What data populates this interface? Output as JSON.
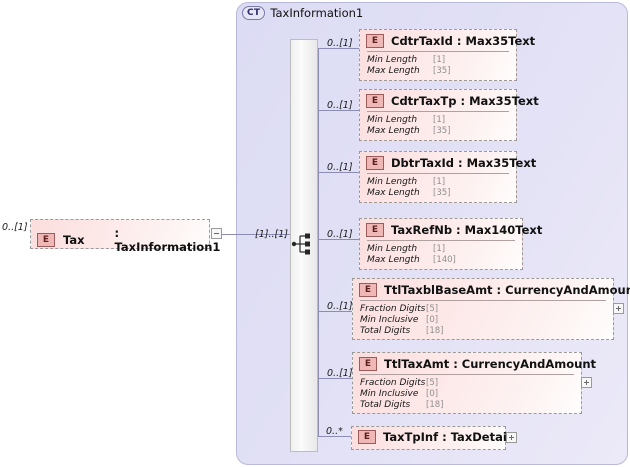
{
  "diagram": {
    "type": "xsd-schema-diagram",
    "complex_type": {
      "badge": "CT",
      "name": "TaxInformation1",
      "compositor": "sequence",
      "compositor_icon": "sequence-icon"
    },
    "root_element": {
      "badge": "E",
      "name": "Tax",
      "type_separator": ": TaxInformation1",
      "occurrence": "0..[1]",
      "toggle": "collapse-icon"
    },
    "connector_occurrence": "[1]..[1]",
    "elements": [
      {
        "badge": "E",
        "title": "CdtrTaxId : Max35Text",
        "name": "CdtrTaxId",
        "type": "Max35Text",
        "occurrence": "0..[1]",
        "has_facets": true,
        "has_expander": false,
        "facets": [
          {
            "label": "Min Length",
            "value": "[1]"
          },
          {
            "label": "Max Length",
            "value": "[35]"
          }
        ]
      },
      {
        "badge": "E",
        "title": "CdtrTaxTp : Max35Text",
        "name": "CdtrTaxTp",
        "type": "Max35Text",
        "occurrence": "0..[1]",
        "has_facets": true,
        "has_expander": false,
        "facets": [
          {
            "label": "Min Length",
            "value": "[1]"
          },
          {
            "label": "Max Length",
            "value": "[35]"
          }
        ]
      },
      {
        "badge": "E",
        "title": "DbtrTaxId : Max35Text",
        "name": "DbtrTaxId",
        "type": "Max35Text",
        "occurrence": "0..[1]",
        "has_facets": true,
        "has_expander": false,
        "facets": [
          {
            "label": "Min Length",
            "value": "[1]"
          },
          {
            "label": "Max Length",
            "value": "[35]"
          }
        ]
      },
      {
        "badge": "E",
        "title": "TaxRefNb : Max140Text",
        "name": "TaxRefNb",
        "type": "Max140Text",
        "occurrence": "0..[1]",
        "has_facets": true,
        "has_expander": false,
        "facets": [
          {
            "label": "Min Length",
            "value": "[1]"
          },
          {
            "label": "Max Length",
            "value": "[140]"
          }
        ]
      },
      {
        "badge": "E",
        "title": "TtlTaxblBaseAmt : CurrencyAndAmount",
        "name": "TtlTaxblBaseAmt",
        "type": "CurrencyAndAmount",
        "occurrence": "0..[1]",
        "has_facets": true,
        "has_expander": true,
        "facets": [
          {
            "label": "Fraction Digits",
            "value": "[5]"
          },
          {
            "label": "Min Inclusive",
            "value": "[0]"
          },
          {
            "label": "Total Digits",
            "value": "[18]"
          }
        ]
      },
      {
        "badge": "E",
        "title": "TtlTaxAmt : CurrencyAndAmount",
        "name": "TtlTaxAmt",
        "type": "CurrencyAndAmount",
        "occurrence": "0..[1]",
        "has_facets": true,
        "has_expander": true,
        "facets": [
          {
            "label": "Fraction Digits",
            "value": "[5]"
          },
          {
            "label": "Min Inclusive",
            "value": "[0]"
          },
          {
            "label": "Total Digits",
            "value": "[18]"
          }
        ]
      },
      {
        "badge": "E",
        "title": "TaxTpInf : TaxDetails",
        "name": "TaxTpInf",
        "type": "TaxDetails",
        "occurrence": "0..*",
        "has_facets": false,
        "has_expander": true,
        "facets": []
      }
    ]
  },
  "colors": {
    "container_bg": "#dcdcf4",
    "container_border": "#b9b9d8",
    "element_bg": "#fbdede",
    "element_border": "#9a9a9a",
    "badge_bg": "#f0b7b7",
    "badge_border": "#9b5b5b",
    "line": "#8d8db3",
    "facet_value": "#8f8f8f"
  }
}
